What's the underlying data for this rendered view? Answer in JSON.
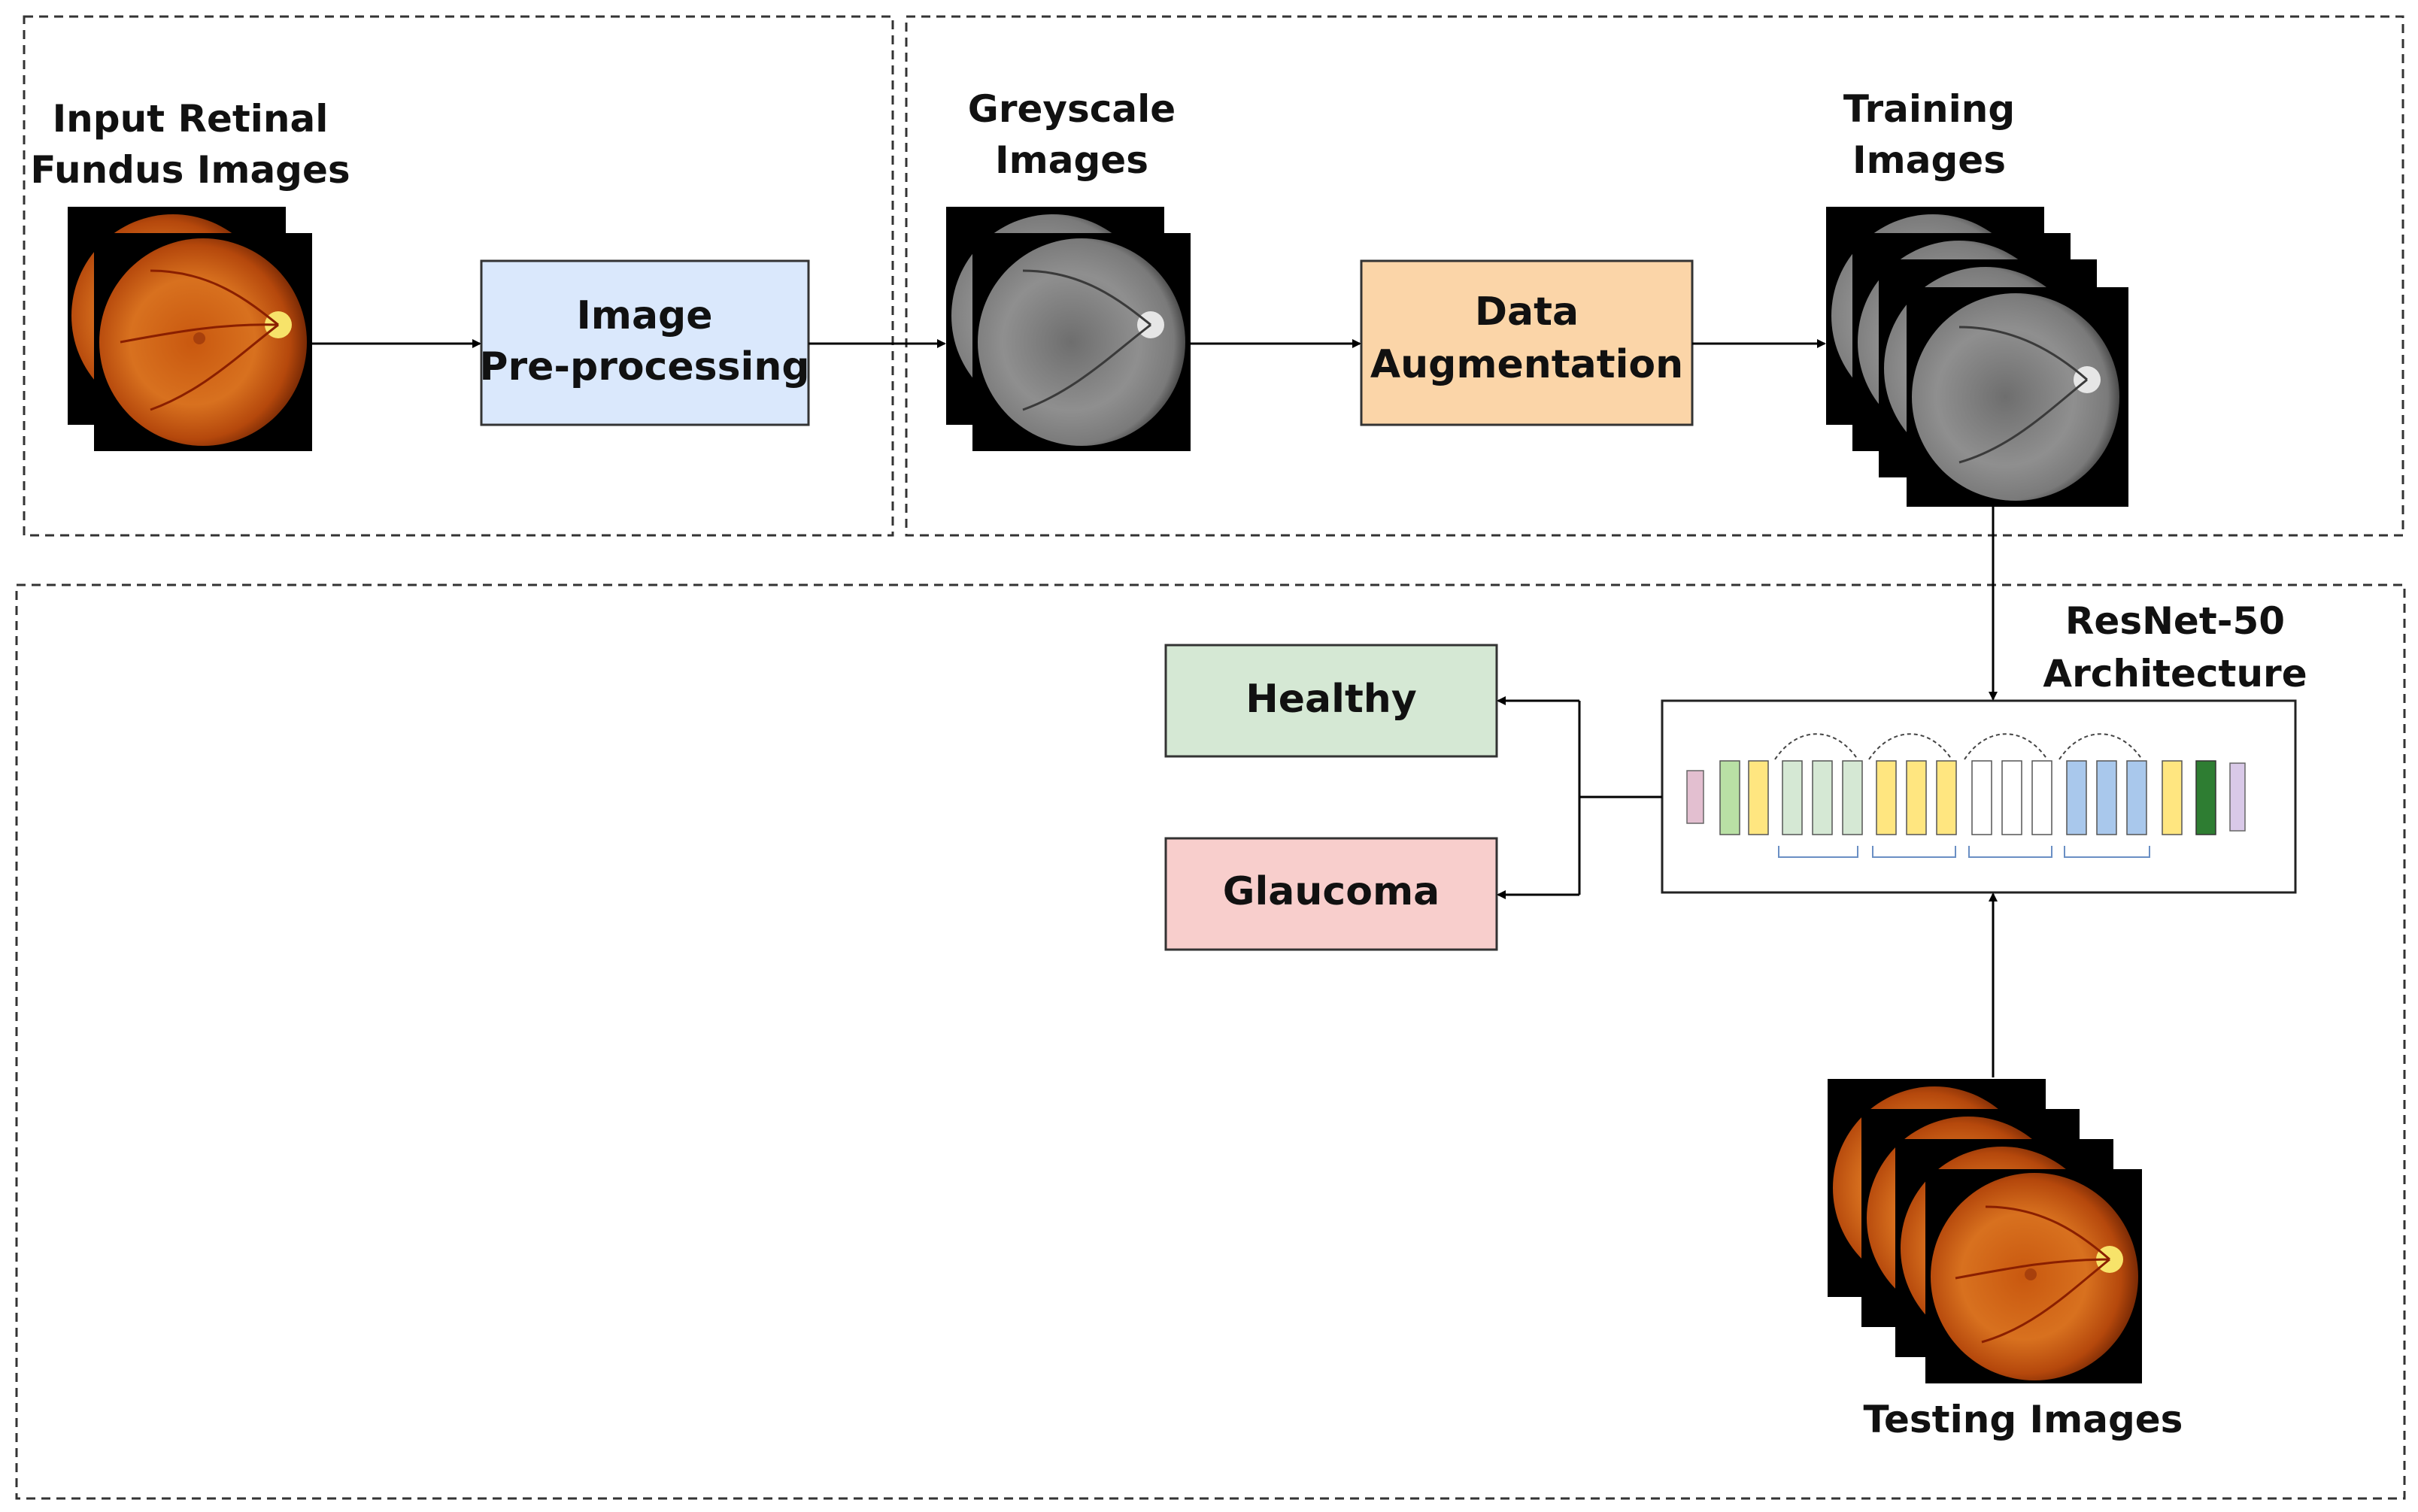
{
  "labels": {
    "input_line1": "Input Retinal",
    "input_line2": "Fundus Images",
    "grey_line1": "Greyscale",
    "grey_line2": "Images",
    "train_line1": "Training",
    "train_line2": "Images",
    "resnet_line1": "ResNet-50",
    "resnet_line2": "Architecture",
    "testing": "Testing Images"
  },
  "boxes": {
    "preprocess_line1": "Image",
    "preprocess_line2": "Pre-processing",
    "augment_line1": "Data",
    "augment_line2": "Augmentation",
    "healthy": "Healthy",
    "glaucoma": "Glaucoma"
  },
  "colors": {
    "preprocess_fill": "#dae8fc",
    "augment_fill": "#fbd5a8",
    "healthy_fill": "#d5e8d4",
    "glaucoma_fill": "#f8cecc",
    "fundus_orange": "#d2691e",
    "grey_fundus": "#8a8a8a"
  }
}
